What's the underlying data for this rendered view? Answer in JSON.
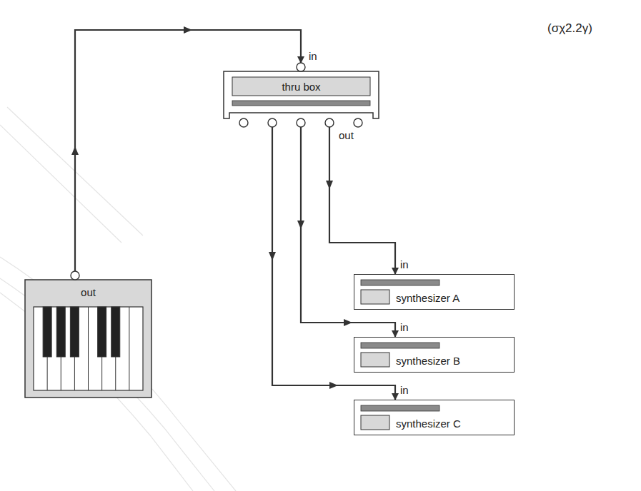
{
  "diagram": {
    "caption": "(σχ2.2γ)",
    "nodes": [
      {
        "text": [
          "out"
        ]
      },
      {
        "text": [
          "thru box"
        ]
      },
      {
        "text": [
          "synthesizer A"
        ]
      },
      {
        "text": [
          "synthesizer B"
        ]
      },
      {
        "text": [
          "synthesizer C"
        ]
      }
    ],
    "edges": [
      {
        "from": 0,
        "to": 1,
        "arrow": "to"
      },
      {
        "from": 1,
        "to": 2,
        "arrow": "to"
      },
      {
        "from": 1,
        "to": 3,
        "arrow": "to"
      },
      {
        "from": 1,
        "to": 4,
        "arrow": "to"
      }
    ],
    "labels": [
      "in",
      "out",
      "in",
      "in",
      "in"
    ]
  }
}
